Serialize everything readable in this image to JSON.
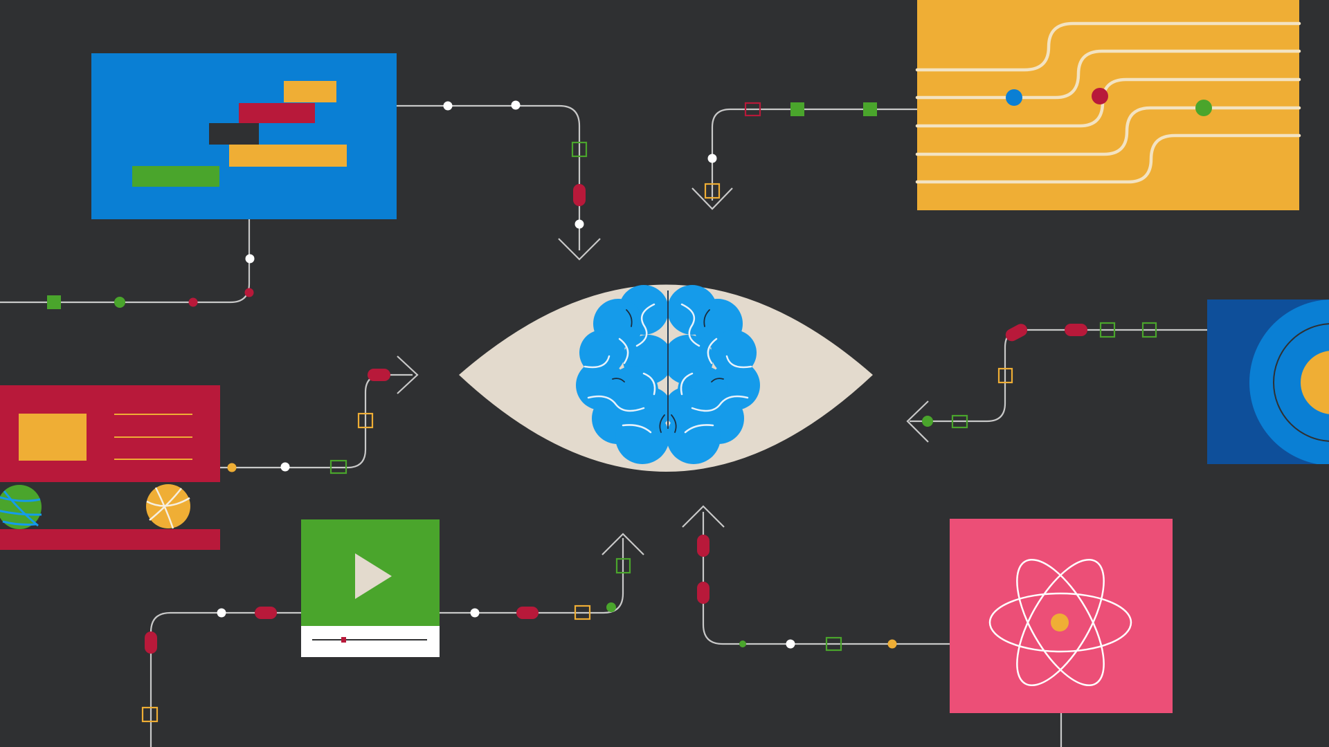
{
  "scene": {
    "background": "#2f3032",
    "palette": {
      "blue": "#0a7fd4",
      "red": "#b8193a",
      "yellow": "#efae35",
      "green": "#4aa52c",
      "pink": "#ec4f77",
      "cream": "#e3dacd",
      "navy": "#0e4f9a",
      "dark": "#2f3032",
      "line": "#c9c9c9",
      "brain": "#159bea"
    },
    "central_icon": "eye-with-brain-icon",
    "cards": [
      {
        "name": "gantt-chart-card",
        "icon": "gantt-chart-icon"
      },
      {
        "name": "circuit-map-card",
        "icon": "circuit-lines-icon"
      },
      {
        "name": "browser-window-card",
        "icon": "web-page-icon"
      },
      {
        "name": "target-card",
        "icon": "target-icon"
      },
      {
        "name": "video-player-card",
        "icon": "play-icon"
      },
      {
        "name": "atom-card",
        "icon": "atom-icon"
      }
    ]
  }
}
